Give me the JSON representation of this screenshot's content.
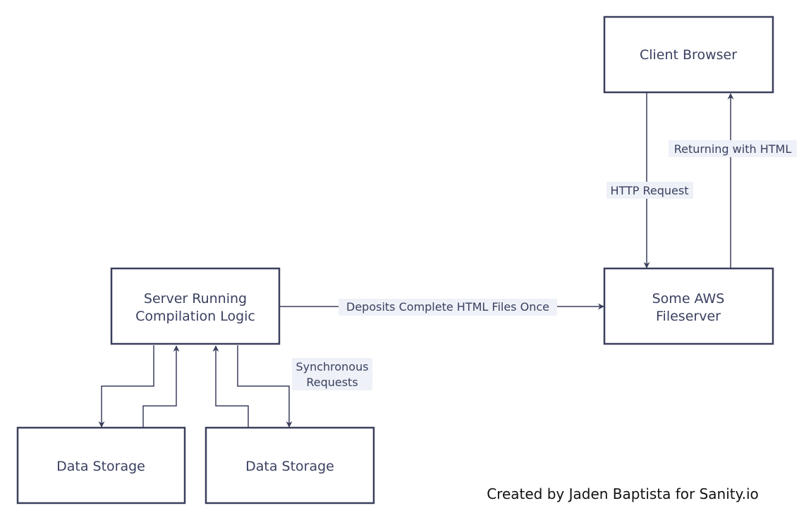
{
  "colors": {
    "stroke": "#3a3f5c",
    "text": "#3a4060",
    "label_bg": "#eef1f7",
    "background": "#ffffff"
  },
  "nodes": {
    "client_browser": {
      "lines": [
        "Client Browser"
      ]
    },
    "aws_fileserver": {
      "lines": [
        "Some AWS",
        "Fileserver"
      ]
    },
    "compilation_server": {
      "lines": [
        "Server Running",
        "Compilation Logic"
      ]
    },
    "data_storage_1": {
      "lines": [
        "Data Storage"
      ]
    },
    "data_storage_2": {
      "lines": [
        "Data Storage"
      ]
    }
  },
  "edges": {
    "http_request": {
      "label": "HTTP Request"
    },
    "returning_html": {
      "label": "Returning with HTML"
    },
    "deposits_files": {
      "label": "Deposits Complete HTML Files Once"
    },
    "synchronous_requests": {
      "lines": [
        "Synchronous",
        "Requests"
      ]
    }
  },
  "credit": "Created by Jaden Baptista for Sanity.io"
}
